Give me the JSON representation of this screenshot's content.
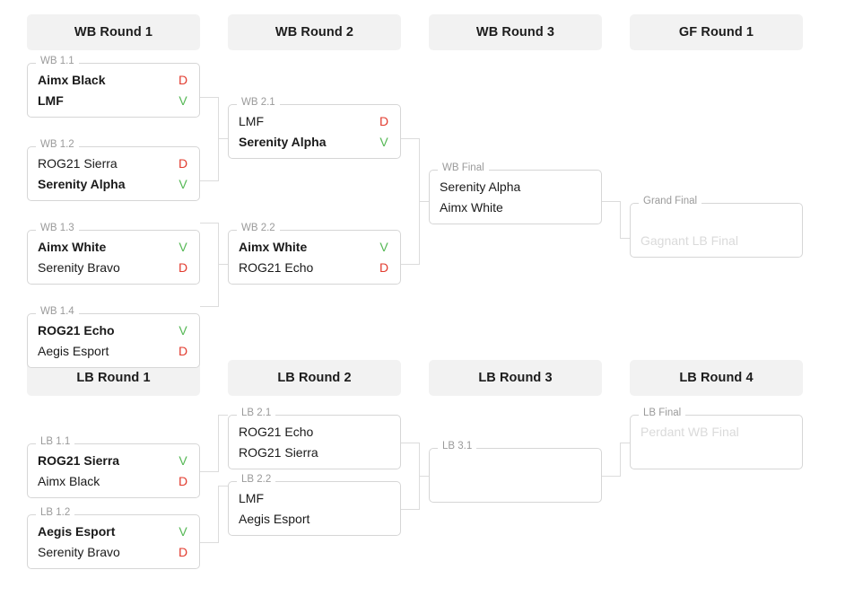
{
  "bracket": {
    "marks": {
      "win": "V",
      "loss": "D"
    },
    "colors": {
      "win": "#55b855",
      "loss": "#e23b2e",
      "header_bg": "#f2f2f2",
      "box_border": "#d6d6d6",
      "legend_text": "#9a9a9a",
      "placeholder_text": "#dadada",
      "connector": "#dcdcdc"
    },
    "headers": [
      {
        "label": "WB Round 1"
      },
      {
        "label": "WB Round 2"
      },
      {
        "label": "WB Round 3"
      },
      {
        "label": "GF Round 1"
      },
      {
        "label": "LB Round 1"
      },
      {
        "label": "LB Round 2"
      },
      {
        "label": "LB Round 3"
      },
      {
        "label": "LB Round 4"
      }
    ],
    "matches": {
      "wb11": {
        "legend": "WB 1.1",
        "slots": [
          {
            "team": "Aimx Black",
            "mark": "D",
            "state": "loser"
          },
          {
            "team": "LMF",
            "mark": "V",
            "state": "winner"
          }
        ]
      },
      "wb12": {
        "legend": "WB 1.2",
        "slots": [
          {
            "team": "ROG21 Sierra",
            "mark": "D",
            "state": "loser"
          },
          {
            "team": "Serenity Alpha",
            "mark": "V",
            "state": "winner"
          }
        ]
      },
      "wb13": {
        "legend": "WB 1.3",
        "slots": [
          {
            "team": "Aimx White",
            "mark": "V",
            "state": "winner"
          },
          {
            "team": "Serenity Bravo",
            "mark": "D",
            "state": "loser"
          }
        ]
      },
      "wb14": {
        "legend": "WB 1.4",
        "slots": [
          {
            "team": "ROG21 Echo",
            "mark": "V",
            "state": "winner"
          },
          {
            "team": "Aegis Esport",
            "mark": "D",
            "state": "loser"
          }
        ]
      },
      "wb21": {
        "legend": "WB 2.1",
        "slots": [
          {
            "team": "LMF",
            "mark": "D",
            "state": "loser"
          },
          {
            "team": "Serenity Alpha",
            "mark": "V",
            "state": "winner"
          }
        ]
      },
      "wb22": {
        "legend": "WB 2.2",
        "slots": [
          {
            "team": "Aimx White",
            "mark": "V",
            "state": "winner"
          },
          {
            "team": "ROG21 Echo",
            "mark": "D",
            "state": "loser"
          }
        ]
      },
      "wbfinal": {
        "legend": "WB Final",
        "slots": [
          {
            "team": "Serenity Alpha",
            "mark": "",
            "state": "pending"
          },
          {
            "team": "Aimx White",
            "mark": "",
            "state": "pending"
          }
        ]
      },
      "grandfinal": {
        "legend": "Grand Final",
        "slots": [
          {
            "team": "",
            "mark": "",
            "state": "empty"
          },
          {
            "team": "Gagnant LB Final",
            "mark": "",
            "state": "placeholder"
          }
        ]
      },
      "lb11": {
        "legend": "LB 1.1",
        "slots": [
          {
            "team": "ROG21 Sierra",
            "mark": "V",
            "state": "winner"
          },
          {
            "team": "Aimx Black",
            "mark": "D",
            "state": "loser"
          }
        ]
      },
      "lb12": {
        "legend": "LB 1.2",
        "slots": [
          {
            "team": "Aegis Esport",
            "mark": "V",
            "state": "winner"
          },
          {
            "team": "Serenity Bravo",
            "mark": "D",
            "state": "loser"
          }
        ]
      },
      "lb21": {
        "legend": "LB 2.1",
        "slots": [
          {
            "team": "ROG21 Echo",
            "mark": "",
            "state": "pending"
          },
          {
            "team": "ROG21 Sierra",
            "mark": "",
            "state": "pending"
          }
        ]
      },
      "lb22": {
        "legend": "LB 2.2",
        "slots": [
          {
            "team": "LMF",
            "mark": "",
            "state": "pending"
          },
          {
            "team": "Aegis Esport",
            "mark": "",
            "state": "pending"
          }
        ]
      },
      "lb31": {
        "legend": "LB 3.1",
        "slots": [
          {
            "team": "",
            "mark": "",
            "state": "empty"
          },
          {
            "team": "",
            "mark": "",
            "state": "empty"
          }
        ]
      },
      "lbfinal": {
        "legend": "LB Final",
        "slots": [
          {
            "team": "Perdant WB Final",
            "mark": "",
            "state": "placeholder"
          },
          {
            "team": "",
            "mark": "",
            "state": "empty"
          }
        ]
      }
    }
  }
}
